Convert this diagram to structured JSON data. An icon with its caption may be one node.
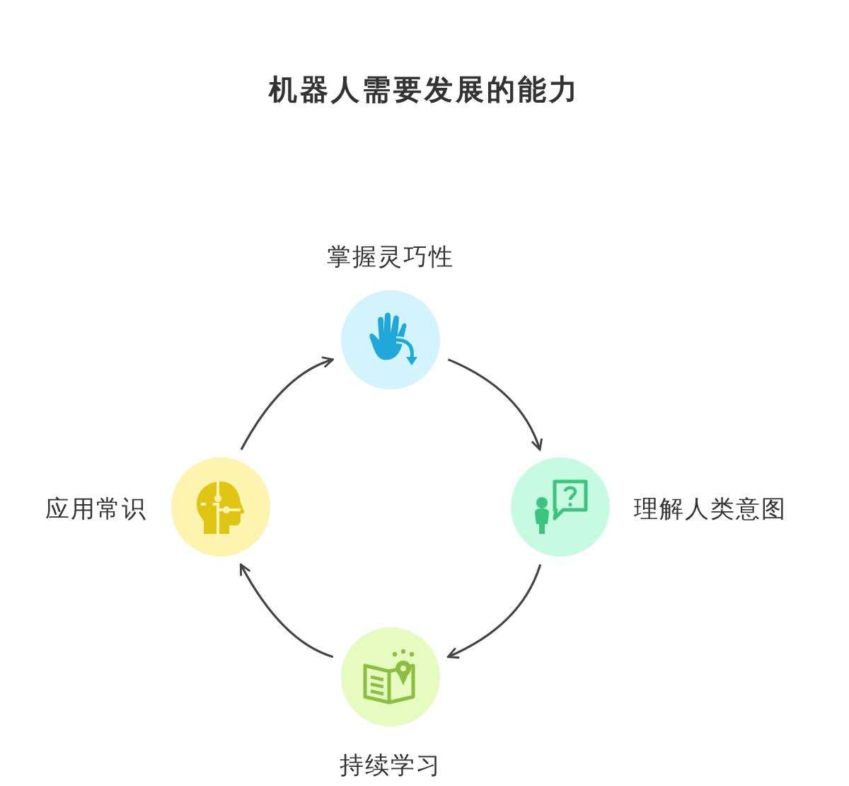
{
  "diagram": {
    "title": "机器人需要发展的能力",
    "nodes": [
      {
        "text": [
          "掌握灵巧性"
        ]
      },
      {
        "text": [
          "理解人类意图"
        ]
      },
      {
        "text": [
          "持续学习"
        ]
      },
      {
        "text": [
          "应用常识"
        ]
      }
    ],
    "edges": [
      {
        "from": 0,
        "to": 1,
        "arrow": "to"
      },
      {
        "from": 1,
        "to": 2,
        "arrow": "to"
      },
      {
        "from": 2,
        "to": 3,
        "arrow": "to"
      },
      {
        "from": 3,
        "to": 0,
        "arrow": "to"
      }
    ]
  }
}
